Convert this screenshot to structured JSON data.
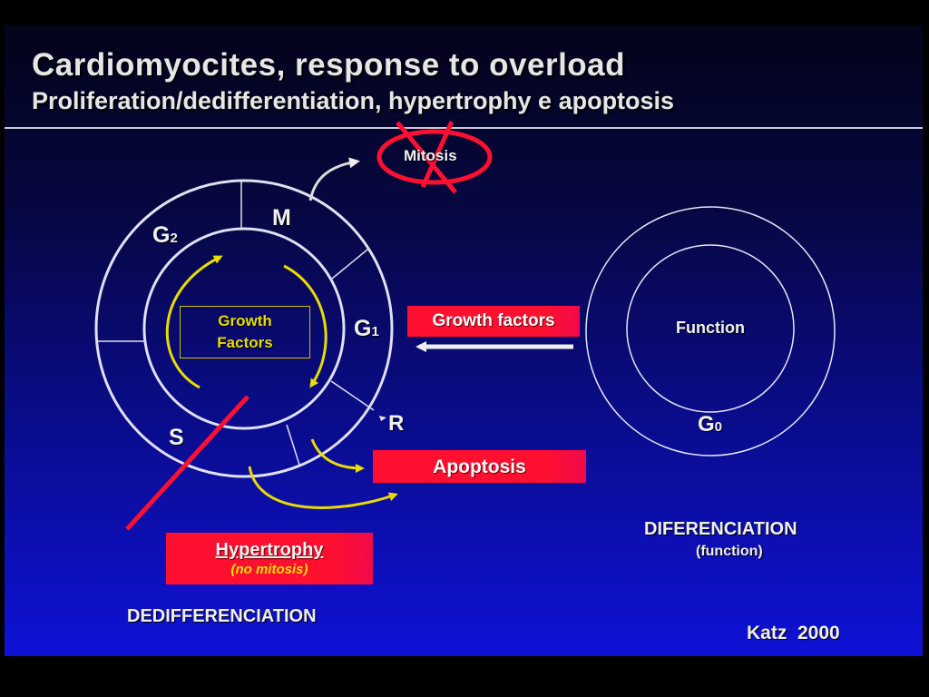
{
  "slide": {
    "title": "Cardiomyocites, response to overload",
    "subtitle": "Proliferation/dedifferentiation, hypertrophy e apoptosis"
  },
  "cell_cycle": {
    "phase_m": "M",
    "phase_g2": "G",
    "phase_g2_sub": "2",
    "phase_g1": "G",
    "phase_g1_sub": "1",
    "phase_s": "S",
    "restriction": "R",
    "center_label_line1": "Growth",
    "center_label_line2": "Factors"
  },
  "mitosis": {
    "label": "Mitosis"
  },
  "growth_factors_box": {
    "label": "Growth factors"
  },
  "apoptosis_box": {
    "label": "Apoptosis"
  },
  "hypertrophy_box": {
    "label": "Hypertrophy",
    "note": "(no mitosis)"
  },
  "g0_cycle": {
    "center_label": "Function",
    "phase_g0": "G",
    "phase_g0_sub": "0"
  },
  "captions": {
    "dedifferenciation": "DEDIFFERENCIATION",
    "diferenciation": "DIFERENCIATION",
    "diferenciation_note": "(function)",
    "citation": "Katz  2000"
  },
  "colors": {
    "accent_red": "#ff1030",
    "arrow_yellow": "#e8dc00",
    "ring_white": "#e0e0f0",
    "background_top": "#04041a",
    "background_bottom": "#0f12d6"
  }
}
